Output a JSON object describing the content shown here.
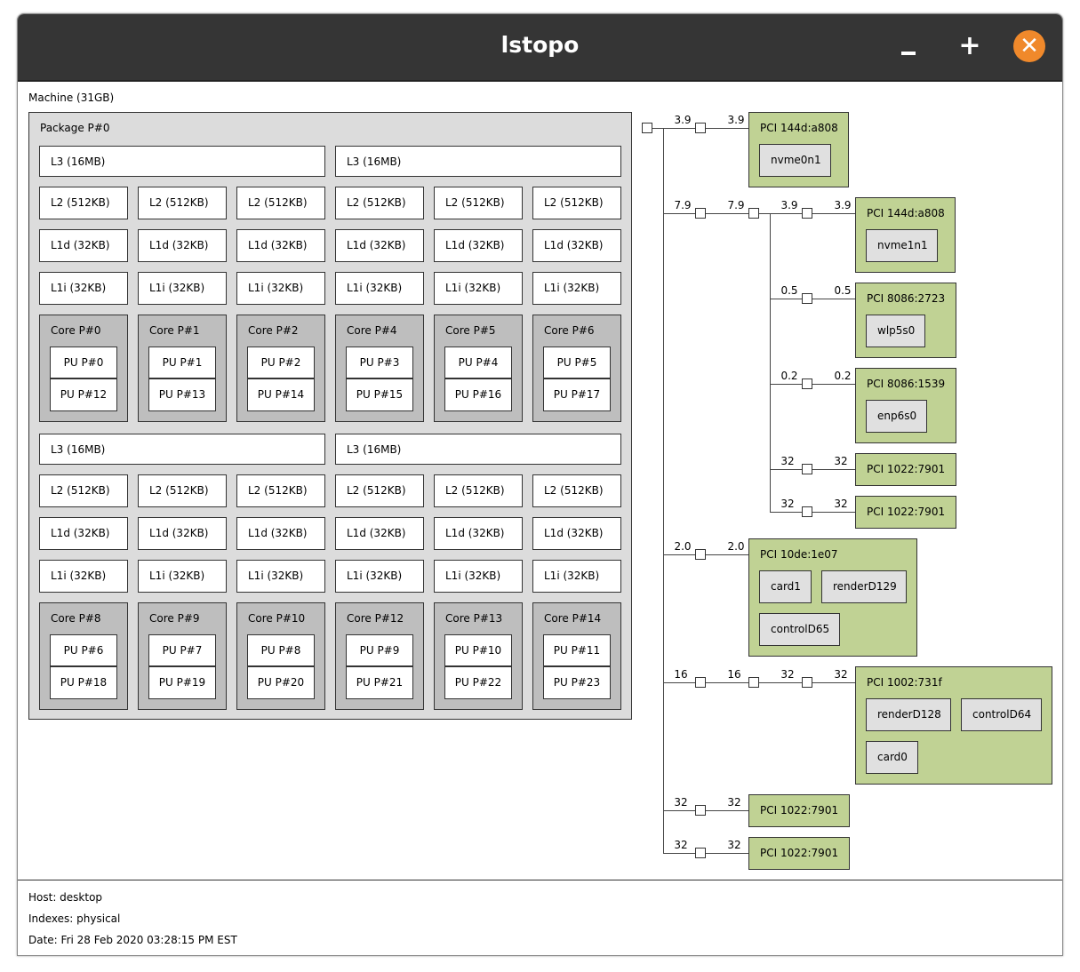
{
  "window": {
    "title": "lstopo",
    "minimize_icon": "minimize-icon",
    "maximize_icon": "plus-icon",
    "close_icon": "close-icon",
    "close_color": "#f0892b"
  },
  "machine": {
    "label": "Machine (31GB)",
    "package": {
      "label": "Package P#0",
      "groups": [
        {
          "l3": [
            "L3 (16MB)",
            "L3 (16MB)"
          ],
          "l2": [
            "L2 (512KB)",
            "L2 (512KB)",
            "L2 (512KB)",
            "L2 (512KB)",
            "L2 (512KB)",
            "L2 (512KB)"
          ],
          "l1d": [
            "L1d (32KB)",
            "L1d (32KB)",
            "L1d (32KB)",
            "L1d (32KB)",
            "L1d (32KB)",
            "L1d (32KB)"
          ],
          "l1i": [
            "L1i (32KB)",
            "L1i (32KB)",
            "L1i (32KB)",
            "L1i (32KB)",
            "L1i (32KB)",
            "L1i (32KB)"
          ],
          "cores": [
            {
              "label": "Core P#0",
              "pus": [
                "PU P#0",
                "PU P#12"
              ]
            },
            {
              "label": "Core P#1",
              "pus": [
                "PU P#1",
                "PU P#13"
              ]
            },
            {
              "label": "Core P#2",
              "pus": [
                "PU P#2",
                "PU P#14"
              ]
            },
            {
              "label": "Core P#4",
              "pus": [
                "PU P#3",
                "PU P#15"
              ]
            },
            {
              "label": "Core P#5",
              "pus": [
                "PU P#4",
                "PU P#16"
              ]
            },
            {
              "label": "Core P#6",
              "pus": [
                "PU P#5",
                "PU P#17"
              ]
            }
          ]
        },
        {
          "l3": [
            "L3 (16MB)",
            "L3 (16MB)"
          ],
          "l2": [
            "L2 (512KB)",
            "L2 (512KB)",
            "L2 (512KB)",
            "L2 (512KB)",
            "L2 (512KB)",
            "L2 (512KB)"
          ],
          "l1d": [
            "L1d (32KB)",
            "L1d (32KB)",
            "L1d (32KB)",
            "L1d (32KB)",
            "L1d (32KB)",
            "L1d (32KB)"
          ],
          "l1i": [
            "L1i (32KB)",
            "L1i (32KB)",
            "L1i (32KB)",
            "L1i (32KB)",
            "L1i (32KB)",
            "L1i (32KB)"
          ],
          "cores": [
            {
              "label": "Core P#8",
              "pus": [
                "PU P#6",
                "PU P#18"
              ]
            },
            {
              "label": "Core P#9",
              "pus": [
                "PU P#7",
                "PU P#19"
              ]
            },
            {
              "label": "Core P#10",
              "pus": [
                "PU P#8",
                "PU P#20"
              ]
            },
            {
              "label": "Core P#12",
              "pus": [
                "PU P#9",
                "PU P#21"
              ]
            },
            {
              "label": "Core P#13",
              "pus": [
                "PU P#10",
                "PU P#22"
              ]
            },
            {
              "label": "Core P#14",
              "pus": [
                "PU P#11",
                "PU P#23"
              ]
            }
          ]
        }
      ]
    }
  },
  "pci": [
    {
      "bandwidths": [
        "3.9",
        "3.9"
      ],
      "device": "PCI 144d:a808",
      "children": [
        "nvme0n1"
      ]
    },
    {
      "bandwidths": [
        "7.9",
        "7.9",
        "3.9",
        "3.9"
      ],
      "device": "PCI 144d:a808",
      "children": [
        "nvme1n1"
      ]
    },
    {
      "bandwidths": [
        "0.5",
        "0.5"
      ],
      "device": "PCI 8086:2723",
      "children": [
        "wlp5s0"
      ]
    },
    {
      "bandwidths": [
        "0.2",
        "0.2"
      ],
      "device": "PCI 8086:1539",
      "children": [
        "enp6s0"
      ]
    },
    {
      "bandwidths": [
        "32",
        "32"
      ],
      "device": "PCI 1022:7901",
      "children": []
    },
    {
      "bandwidths": [
        "32",
        "32"
      ],
      "device": "PCI 1022:7901",
      "children": []
    },
    {
      "bandwidths": [
        "2.0",
        "2.0"
      ],
      "device": "PCI 10de:1e07",
      "children": [
        "card1",
        "renderD129",
        "controlD65"
      ]
    },
    {
      "bandwidths": [
        "16",
        "16",
        "32",
        "32"
      ],
      "device": "PCI 1002:731f",
      "children": [
        "renderD128",
        "controlD64",
        "card0"
      ]
    },
    {
      "bandwidths": [
        "32",
        "32"
      ],
      "device": "PCI 1022:7901",
      "children": []
    },
    {
      "bandwidths": [
        "32",
        "32"
      ],
      "device": "PCI 1022:7901",
      "children": []
    }
  ],
  "colors": {
    "pci_device": "#c0d294",
    "os_device": "#e0e0e0",
    "package": "#dcdcdc",
    "core": "#bebebe",
    "titlebar": "#353535"
  },
  "footer": {
    "host": "Host: desktop",
    "indexes": "Indexes: physical",
    "date": "Date: Fri 28 Feb 2020 03:28:15 PM EST"
  }
}
